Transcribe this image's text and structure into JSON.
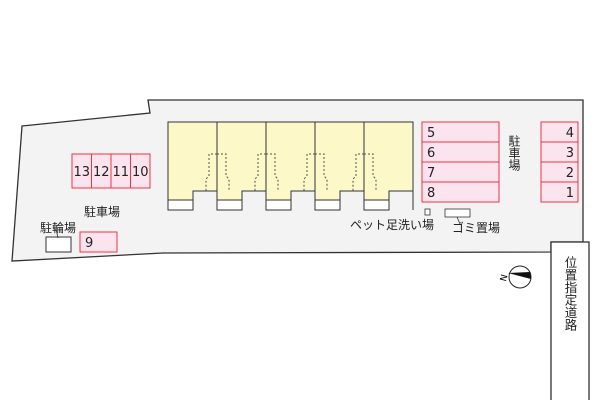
{
  "colors": {
    "lot": "#f3f3f3",
    "building": "#fdf8c8",
    "parking_fill": "#fce4ee",
    "parking_stroke": "#ee3344",
    "outline": "#333333"
  },
  "labels": {
    "parking_left": "駐車場",
    "bicycle_parking": "駐輪場",
    "parking_right": "駐車場",
    "pet_foot_wash": "ペット足洗い場",
    "garbage": "ゴミ置場",
    "designated_road": "位置指定道路",
    "north": "N"
  },
  "parking_left_row": [
    "13",
    "12",
    "11",
    "10"
  ],
  "parking_single": "9",
  "parking_middle": [
    "5",
    "6",
    "7",
    "8"
  ],
  "parking_right": [
    "4",
    "3",
    "2",
    "1"
  ],
  "icons": {
    "compass": "north-arrow-compass"
  }
}
